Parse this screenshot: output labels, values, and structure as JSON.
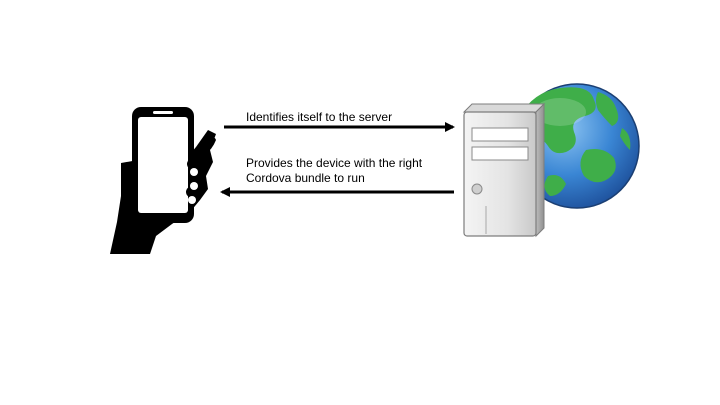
{
  "diagram": {
    "request_label": "Identifies itself to the server",
    "response_label_line1": "Provides the device with the right",
    "response_label_line2": "Cordova bundle to run",
    "icons": {
      "device": "hand-holding-phone-icon",
      "server": "server-tower-icon",
      "globe": "globe-icon"
    },
    "colors": {
      "arrow": "#000000",
      "ocean": "#3a7fd0",
      "land": "#3fae49",
      "server_body": "#e6e6e6"
    }
  }
}
